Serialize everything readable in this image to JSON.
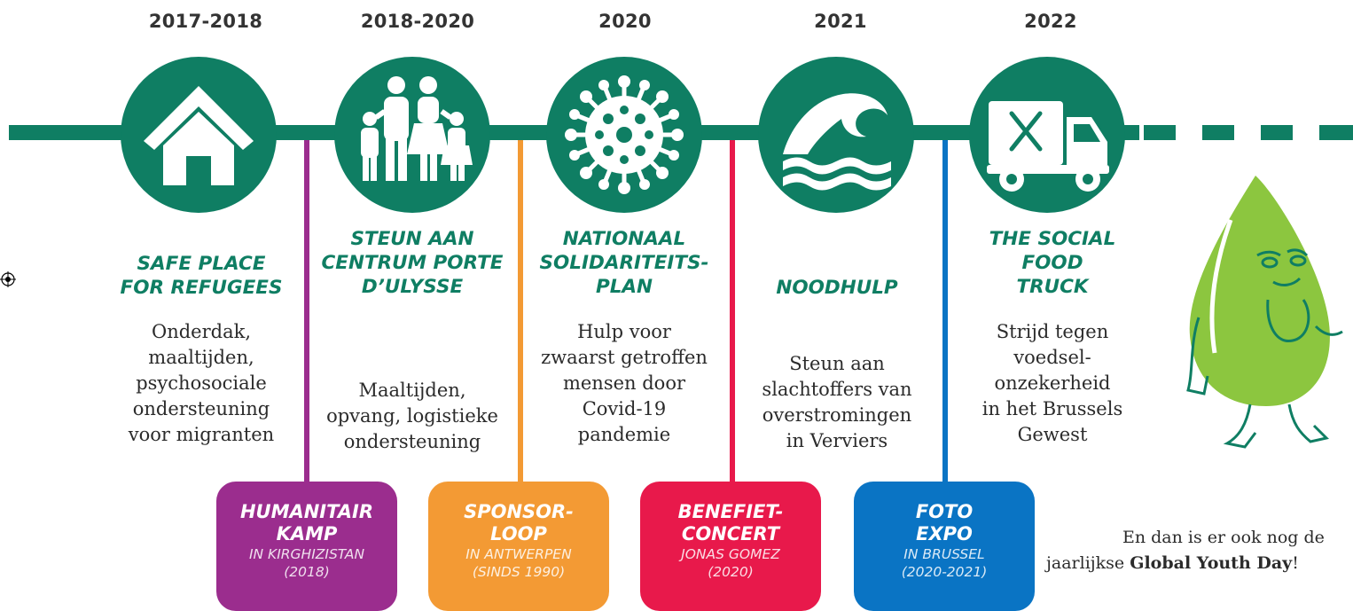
{
  "milestones": [
    {
      "year": "2017-2018",
      "icon": "house-icon",
      "title": [
        "SAFE PLACE",
        "FOR REFUGEES"
      ],
      "description": [
        "Onderdak,",
        "maaltijden,",
        "psychosociale",
        "ondersteuning",
        "voor migranten"
      ]
    },
    {
      "year": "2018-2020",
      "icon": "family-icon",
      "title": [
        "STEUN AAN",
        "CENTRUM PORTE",
        "D’ULYSSE"
      ],
      "description": [
        "Maaltijden,",
        "opvang, logistieke",
        "ondersteuning"
      ]
    },
    {
      "year": "2020",
      "icon": "virus-icon",
      "title": [
        "NATIONAAL",
        "SOLIDARITEITS-",
        "PLAN"
      ],
      "description": [
        "Hulp voor",
        "zwaarst getroffen",
        "mensen door",
        "Covid-19",
        "pandemie"
      ]
    },
    {
      "year": "2021",
      "icon": "wave-icon",
      "title": [
        "NOODHULP"
      ],
      "description": [
        "Steun aan",
        "slachtoffers van",
        "overstromingen",
        "in Verviers"
      ]
    },
    {
      "year": "2022",
      "icon": "food-truck-icon",
      "title": [
        "THE SOCIAL",
        "FOOD",
        "TRUCK"
      ],
      "description": [
        "Strijd tegen",
        "voedsel-",
        "onzekerheid",
        "in het Brussels",
        "Gewest"
      ]
    }
  ],
  "events": [
    {
      "title": [
        "HUMANITAIR",
        "KAMP"
      ],
      "subtitle": [
        "IN KIRGHIZISTAN",
        "(2018)"
      ],
      "color": "#9b2d8e"
    },
    {
      "title": [
        "SPONSOR-",
        "LOOP"
      ],
      "subtitle": [
        "IN ANTWERPEN",
        "(SINDS 1990)"
      ],
      "color": "#f39a34"
    },
    {
      "title": [
        "BENEFIET-",
        "CONCERT"
      ],
      "subtitle": [
        "JONAS GOMEZ",
        "(2020)"
      ],
      "color": "#e8194b"
    },
    {
      "title": [
        "FOTO",
        "EXPO"
      ],
      "subtitle": [
        "IN BRUSSEL",
        "(2020-2021)"
      ],
      "color": "#0a74c4"
    }
  ],
  "footer": {
    "line1": "En dan is er ook nog de",
    "line2_prefix": "jaarlijkse ",
    "line2_bold": "Global Youth Day",
    "line2_suffix": "!"
  },
  "colors": {
    "primary_green": "#0f7e63",
    "mascot_green": "#8cc63f"
  }
}
